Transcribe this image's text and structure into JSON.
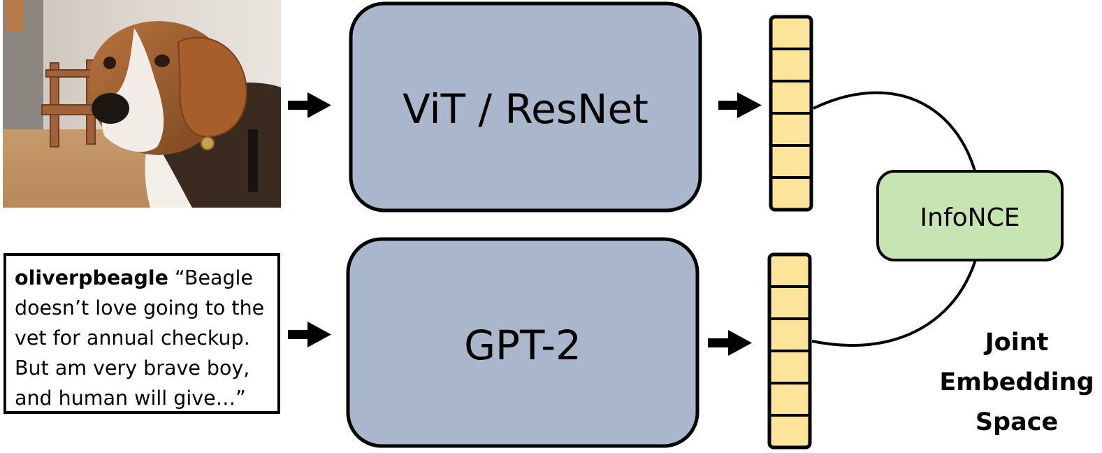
{
  "image_encoder": {
    "label": "ViT / ResNet"
  },
  "text_encoder": {
    "label": "GPT-2"
  },
  "loss": {
    "label": "InfoNCE"
  },
  "caption": {
    "username": "oliverpbeagle",
    "text": " “Beagle doesn’t love going to the vet for annual checkup. But am very brave boy, and human will give…”"
  },
  "joint_space": {
    "line1": "Joint",
    "line2": "Embedding",
    "line3": "Space"
  },
  "photo": {
    "subject": "beagle dog photo"
  },
  "colors": {
    "encoder_fill": "#aab6cb",
    "embedding_fill": "#fde49b",
    "loss_fill": "#c7e4b3",
    "stroke": "#000000"
  },
  "embedding_cells": 6
}
